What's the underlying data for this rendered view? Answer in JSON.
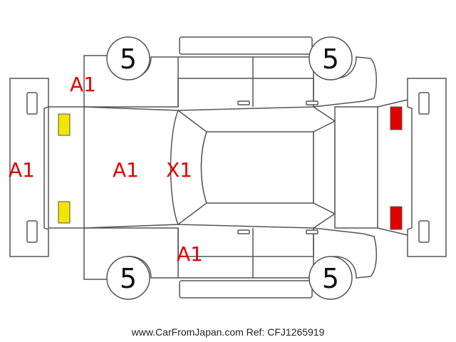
{
  "marks": {
    "front_bumper": "A1",
    "front_left_fender": "A1",
    "hood": "A1",
    "windshield": "X1",
    "rear_left_door": "A1"
  },
  "tires": {
    "front_left": "5",
    "rear_left": "5",
    "front_right": "5",
    "rear_right": "5"
  },
  "footer": {
    "reference": "www.CarFromJapan.com Ref: CFJ1265919"
  },
  "colors": {
    "mark": "#e00000",
    "headlight": "#f2e600",
    "taillight": "#e00000",
    "outline": "#555555"
  }
}
